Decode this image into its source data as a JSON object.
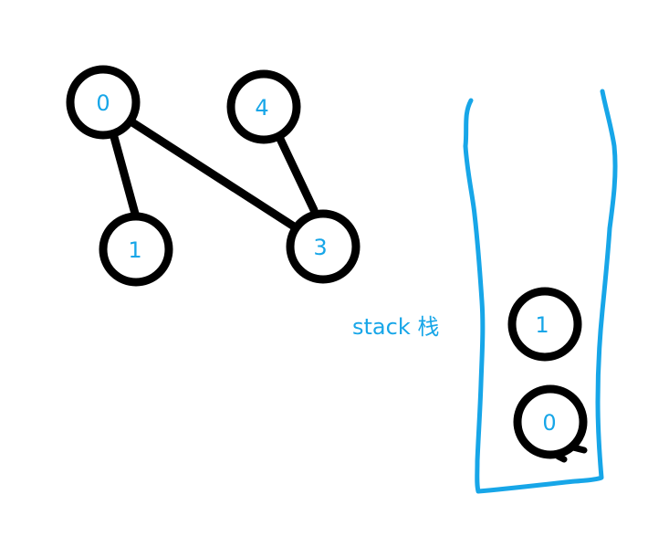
{
  "colors": {
    "ink": "#000000",
    "accent": "#17a6e8",
    "background": "#ffffff"
  },
  "graph": {
    "nodes": [
      {
        "id": "0",
        "label": "0"
      },
      {
        "id": "4",
        "label": "4"
      },
      {
        "id": "1",
        "label": "1"
      },
      {
        "id": "3",
        "label": "3"
      }
    ],
    "edges": [
      {
        "from": "0",
        "to": "1"
      },
      {
        "from": "0",
        "to": "3"
      },
      {
        "from": "4",
        "to": "3"
      }
    ]
  },
  "stack": {
    "label": "stack 栈",
    "items": [
      {
        "label": "1"
      },
      {
        "label": "0"
      }
    ]
  }
}
